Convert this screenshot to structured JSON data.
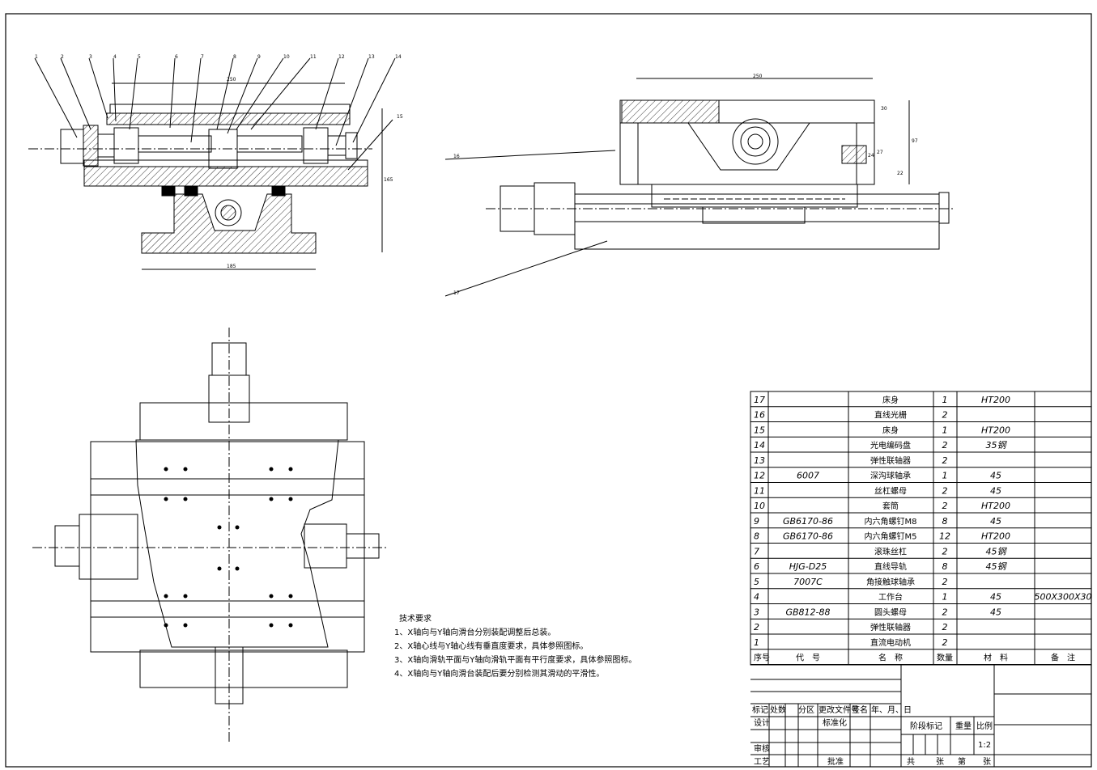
{
  "balloons": [
    "1",
    "2",
    "3",
    "4",
    "5",
    "6",
    "7",
    "8",
    "9",
    "10",
    "11",
    "12",
    "13",
    "14",
    "15",
    "16",
    "17"
  ],
  "dimensions": {
    "front_top": "250",
    "front_bottom": "185",
    "front_height": "165",
    "side_top": "250",
    "side_h1": "30",
    "side_h2": "97",
    "side_h3": "22",
    "side_h4": "24",
    "side_h5": "27"
  },
  "requirements": {
    "title": "技术要求",
    "items": [
      "1、X轴向与Y轴向滑台分别装配调整后总装。",
      "2、X轴心线与Y轴心线有垂直度要求，具体参照图标。",
      "3、X轴向滑轨平面与Y轴向滑轨平面有平行度要求，具体参照图标。",
      "4、X轴向与Y轴向滑台装配后要分别检测其滑动的平滑性。"
    ]
  },
  "bom": {
    "rows": [
      {
        "no": "17",
        "code": "",
        "name": "床身",
        "qty": "1",
        "material": "HT200",
        "note": ""
      },
      {
        "no": "16",
        "code": "",
        "name": "直线光栅",
        "qty": "2",
        "material": "",
        "note": ""
      },
      {
        "no": "15",
        "code": "",
        "name": "床身",
        "qty": "1",
        "material": "HT200",
        "note": ""
      },
      {
        "no": "14",
        "code": "",
        "name": "光电编码盘",
        "qty": "2",
        "material": "35钢",
        "note": ""
      },
      {
        "no": "13",
        "code": "",
        "name": "弹性联轴器",
        "qty": "2",
        "material": "",
        "note": ""
      },
      {
        "no": "12",
        "code": "6007",
        "name": "深沟球轴承",
        "qty": "1",
        "material": "45",
        "note": ""
      },
      {
        "no": "11",
        "code": "",
        "name": "丝杠螺母",
        "qty": "2",
        "material": "45",
        "note": ""
      },
      {
        "no": "10",
        "code": "",
        "name": "套筒",
        "qty": "2",
        "material": "HT200",
        "note": ""
      },
      {
        "no": "9",
        "code": "GB6170-86",
        "name": "内六角螺钉M8",
        "qty": "8",
        "material": "45",
        "note": ""
      },
      {
        "no": "8",
        "code": "GB6170-86",
        "name": "内六角螺钉M5",
        "qty": "12",
        "material": "HT200",
        "note": ""
      },
      {
        "no": "7",
        "code": "",
        "name": "滚珠丝杠",
        "qty": "2",
        "material": "45钢",
        "note": ""
      },
      {
        "no": "6",
        "code": "HJG-D25",
        "name": "直线导轨",
        "qty": "8",
        "material": "45钢",
        "note": ""
      },
      {
        "no": "5",
        "code": "7007C",
        "name": "角接触球轴承",
        "qty": "2",
        "material": "",
        "note": ""
      },
      {
        "no": "4",
        "code": "",
        "name": "工作台",
        "qty": "1",
        "material": "45",
        "note": "500X300X30"
      },
      {
        "no": "3",
        "code": "GB812-88",
        "name": "圆头螺母",
        "qty": "2",
        "material": "45",
        "note": ""
      },
      {
        "no": "2",
        "code": "",
        "name": "弹性联轴器",
        "qty": "2",
        "material": "",
        "note": ""
      },
      {
        "no": "1",
        "code": "",
        "name": "直流电动机",
        "qty": "2",
        "material": "",
        "note": ""
      }
    ],
    "headers": {
      "no": "序号",
      "code": "代　号",
      "name": "名　称",
      "qty": "数量",
      "material": "材　料",
      "note": "备　注"
    }
  },
  "title_block": {
    "mark": "标记",
    "count": "处数",
    "zone": "分区",
    "doc": "更改文件号",
    "sign": "签名",
    "date": "年、月、日",
    "design": "设计",
    "standard": "标准化",
    "stage": "阶段标记",
    "weight": "重量",
    "scale_label": "比例",
    "scale": "1:2",
    "review": "审核",
    "process": "工艺",
    "approve": "批准",
    "total": "共",
    "sheets": "张",
    "page": "第",
    "sheet2": "张"
  }
}
